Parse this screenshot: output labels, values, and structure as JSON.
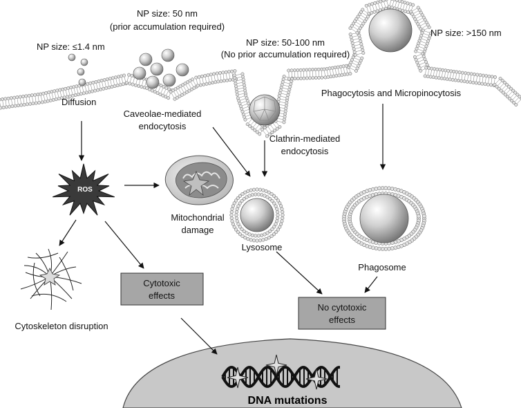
{
  "labels": {
    "np_small": "NP size: ≤1.4 nm",
    "np_50_line1": "NP size: 50 nm",
    "np_50_line2": "(prior accumulation required)",
    "np_50_100_line1": "NP size: 50-100 nm",
    "np_50_100_line2": "(No prior accumulation required)",
    "np_150": "NP size: >150 nm",
    "diffusion": "Diffusion",
    "caveolae_line1": "Caveolae-mediated",
    "caveolae_line2": "endocytosis",
    "clathrin_line1": "Clathrin-mediated",
    "clathrin_line2": "endocytosis",
    "phagocytosis": "Phagocytosis and Micropinocytosis",
    "ros": "ROS",
    "mito_line1": "Mitochondrial",
    "mito_line2": "damage",
    "lysosome": "Lysosome",
    "phagosome": "Phagosome",
    "cytoskeleton": "Cytoskeleton disruption",
    "cytotoxic_line1": "Cytotoxic",
    "cytotoxic_line2": "effects",
    "no_cytotoxic_line1": "No cytotoxic",
    "no_cytotoxic_line2": "effects",
    "dna": "DNA mutations"
  },
  "colors": {
    "ink": "#111111",
    "box_fill": "#a6a6a6",
    "nucleus_fill": "#c8c8c8",
    "membrane_bead": "#e2e2e2",
    "ros_fill": "#3a3a3a"
  }
}
